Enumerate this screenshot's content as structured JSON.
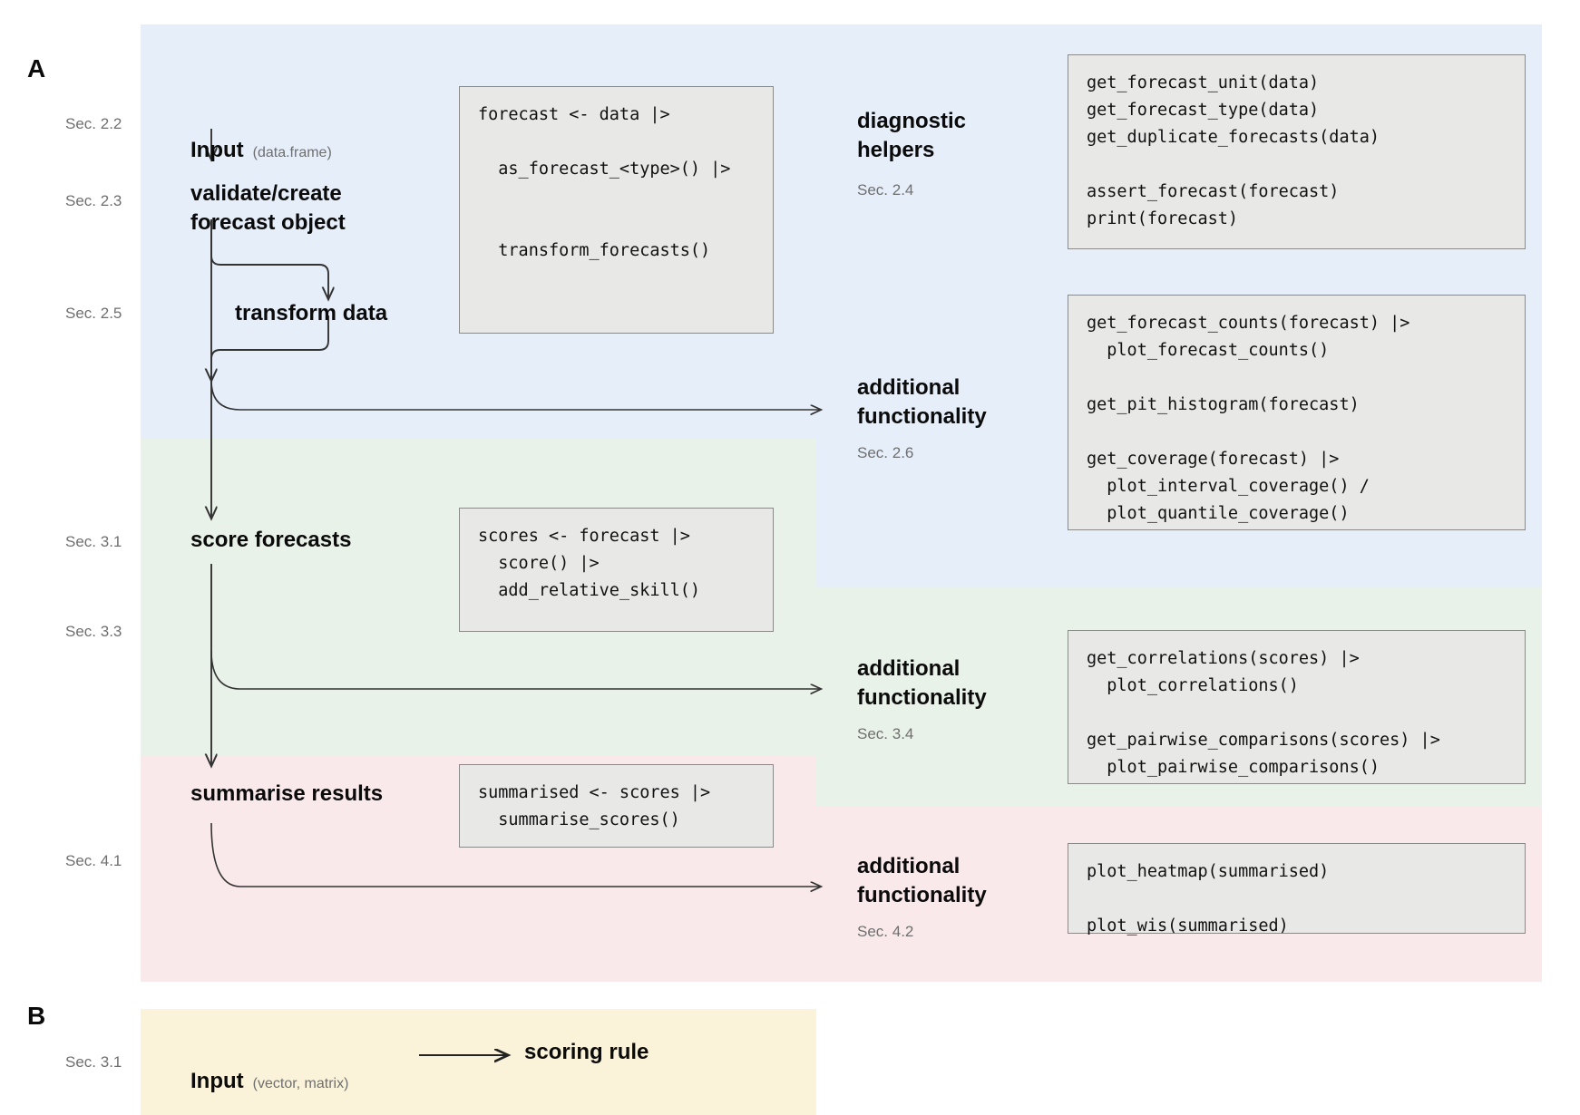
{
  "figure": {
    "panels": [
      {
        "letter": "A"
      },
      {
        "letter": "B"
      }
    ]
  },
  "colors": {
    "band_blue": "#e6eefa",
    "band_green": "#e9f2e9",
    "band_pink": "#fae9ea",
    "band_yellow": "#faf3da",
    "code_bg": "#e8e8e6",
    "code_border": "#8a8a8a",
    "text": "#0b0b0b",
    "muted": "#6f6f6f",
    "arrow": "#333333"
  },
  "sections": {
    "s22": "Sec. 2.2",
    "s23": "Sec. 2.3",
    "s25": "Sec. 2.5",
    "s24": "Sec. 2.4",
    "s26": "Sec. 2.6",
    "s31": "Sec. 3.1",
    "s33": "Sec. 3.3",
    "s34": "Sec. 3.4",
    "s41": "Sec. 4.1",
    "s42": "Sec. 4.2",
    "b31": "Sec. 3.1"
  },
  "stages": {
    "input": {
      "label": "Input",
      "annotation": "(data.frame)"
    },
    "validate": {
      "label": "validate/create\nforecast object"
    },
    "transform": {
      "label": "transform data"
    },
    "score": {
      "label": "score forecasts"
    },
    "summarise": {
      "label": "summarise results"
    },
    "diagnostic_helpers": {
      "label": "diagnostic\nhelpers"
    },
    "additional_1": {
      "label": "additional\nfunctionality"
    },
    "additional_2": {
      "label": "additional\nfunctionality"
    },
    "additional_3": {
      "label": "additional\nfunctionality"
    }
  },
  "code_blocks": {
    "pipeline_forecast": "forecast <- data |>\n\n  as_forecast_<type>() |>\n\n\n  transform_forecasts()",
    "pipeline_scores": "scores <- forecast |>\n  score() |>\n  add_relative_skill()",
    "pipeline_summarised": "summarised <- scores |>\n  summarise_scores()",
    "helpers_diagnostic": "get_forecast_unit(data)\nget_forecast_type(data)\nget_duplicate_forecasts(data)\n\nassert_forecast(forecast)\nprint(forecast)",
    "helpers_forecast_extra": "get_forecast_counts(forecast) |>\n  plot_forecast_counts()\n\nget_pit_histogram(forecast)\n\nget_coverage(forecast) |>\n  plot_interval_coverage() /\n  plot_quantile_coverage()",
    "helpers_scores_extra": "get_correlations(scores) |>\n  plot_correlations()\n\nget_pairwise_comparisons(scores) |>\n  plot_pairwise_comparisons()",
    "helpers_summarised_extra": "plot_heatmap(summarised)\n\nplot_wis(summarised)"
  },
  "panel_b": {
    "input": {
      "label": "Input",
      "annotation": "(vector, matrix)"
    },
    "target": {
      "label": "scoring rule"
    }
  }
}
